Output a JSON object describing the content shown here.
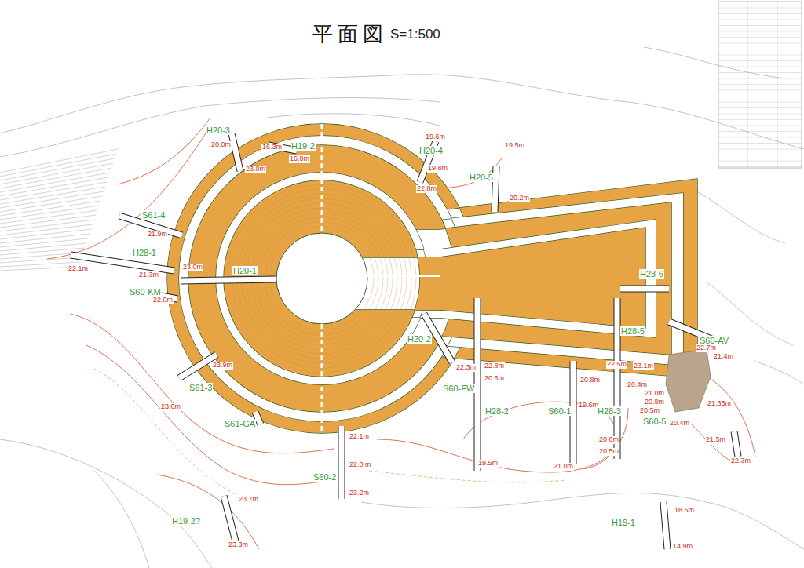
{
  "diagram": {
    "title": "平面図",
    "labels": [
      "S=1:500",
      "H19-2",
      "16.3m",
      "16.8m",
      "H20-3",
      "20.0m",
      "23.0m",
      "H20-4",
      "19.6m",
      "19.8m",
      "22.8m",
      "19.5m",
      "H20-5",
      "20.2m",
      "S61-4",
      "21.9m",
      "H28-1",
      "22.1m",
      "21.3m",
      "23.0m",
      "H20-1",
      "S60-KM",
      "22.0m",
      "H28-6",
      "H28-5",
      "S60-AV",
      "22.7m",
      "21.4m",
      "H20-2",
      "S60-FW",
      "22.3m",
      "22.8m",
      "20.6m",
      "20.8m",
      "22.5m",
      "23.1m",
      "20.4m",
      "H28-2",
      "S60-1",
      "19.6m",
      "H28-3",
      "21.0m",
      "20.8m",
      "20.5m",
      "S60-5",
      "20.4m",
      "21.35m",
      "21.5m",
      "22.3m",
      "20.6m",
      "20.5m",
      "19.5m",
      "21.0m",
      "22.1m",
      "22.0 m",
      "S60-2",
      "23.2m",
      "S61-3",
      "23.9m",
      "23.6m",
      "S61-GA",
      "H19-2?",
      "23.7m",
      "23.3m",
      "H19-1",
      "18.5m",
      "14.9m"
    ]
  }
}
